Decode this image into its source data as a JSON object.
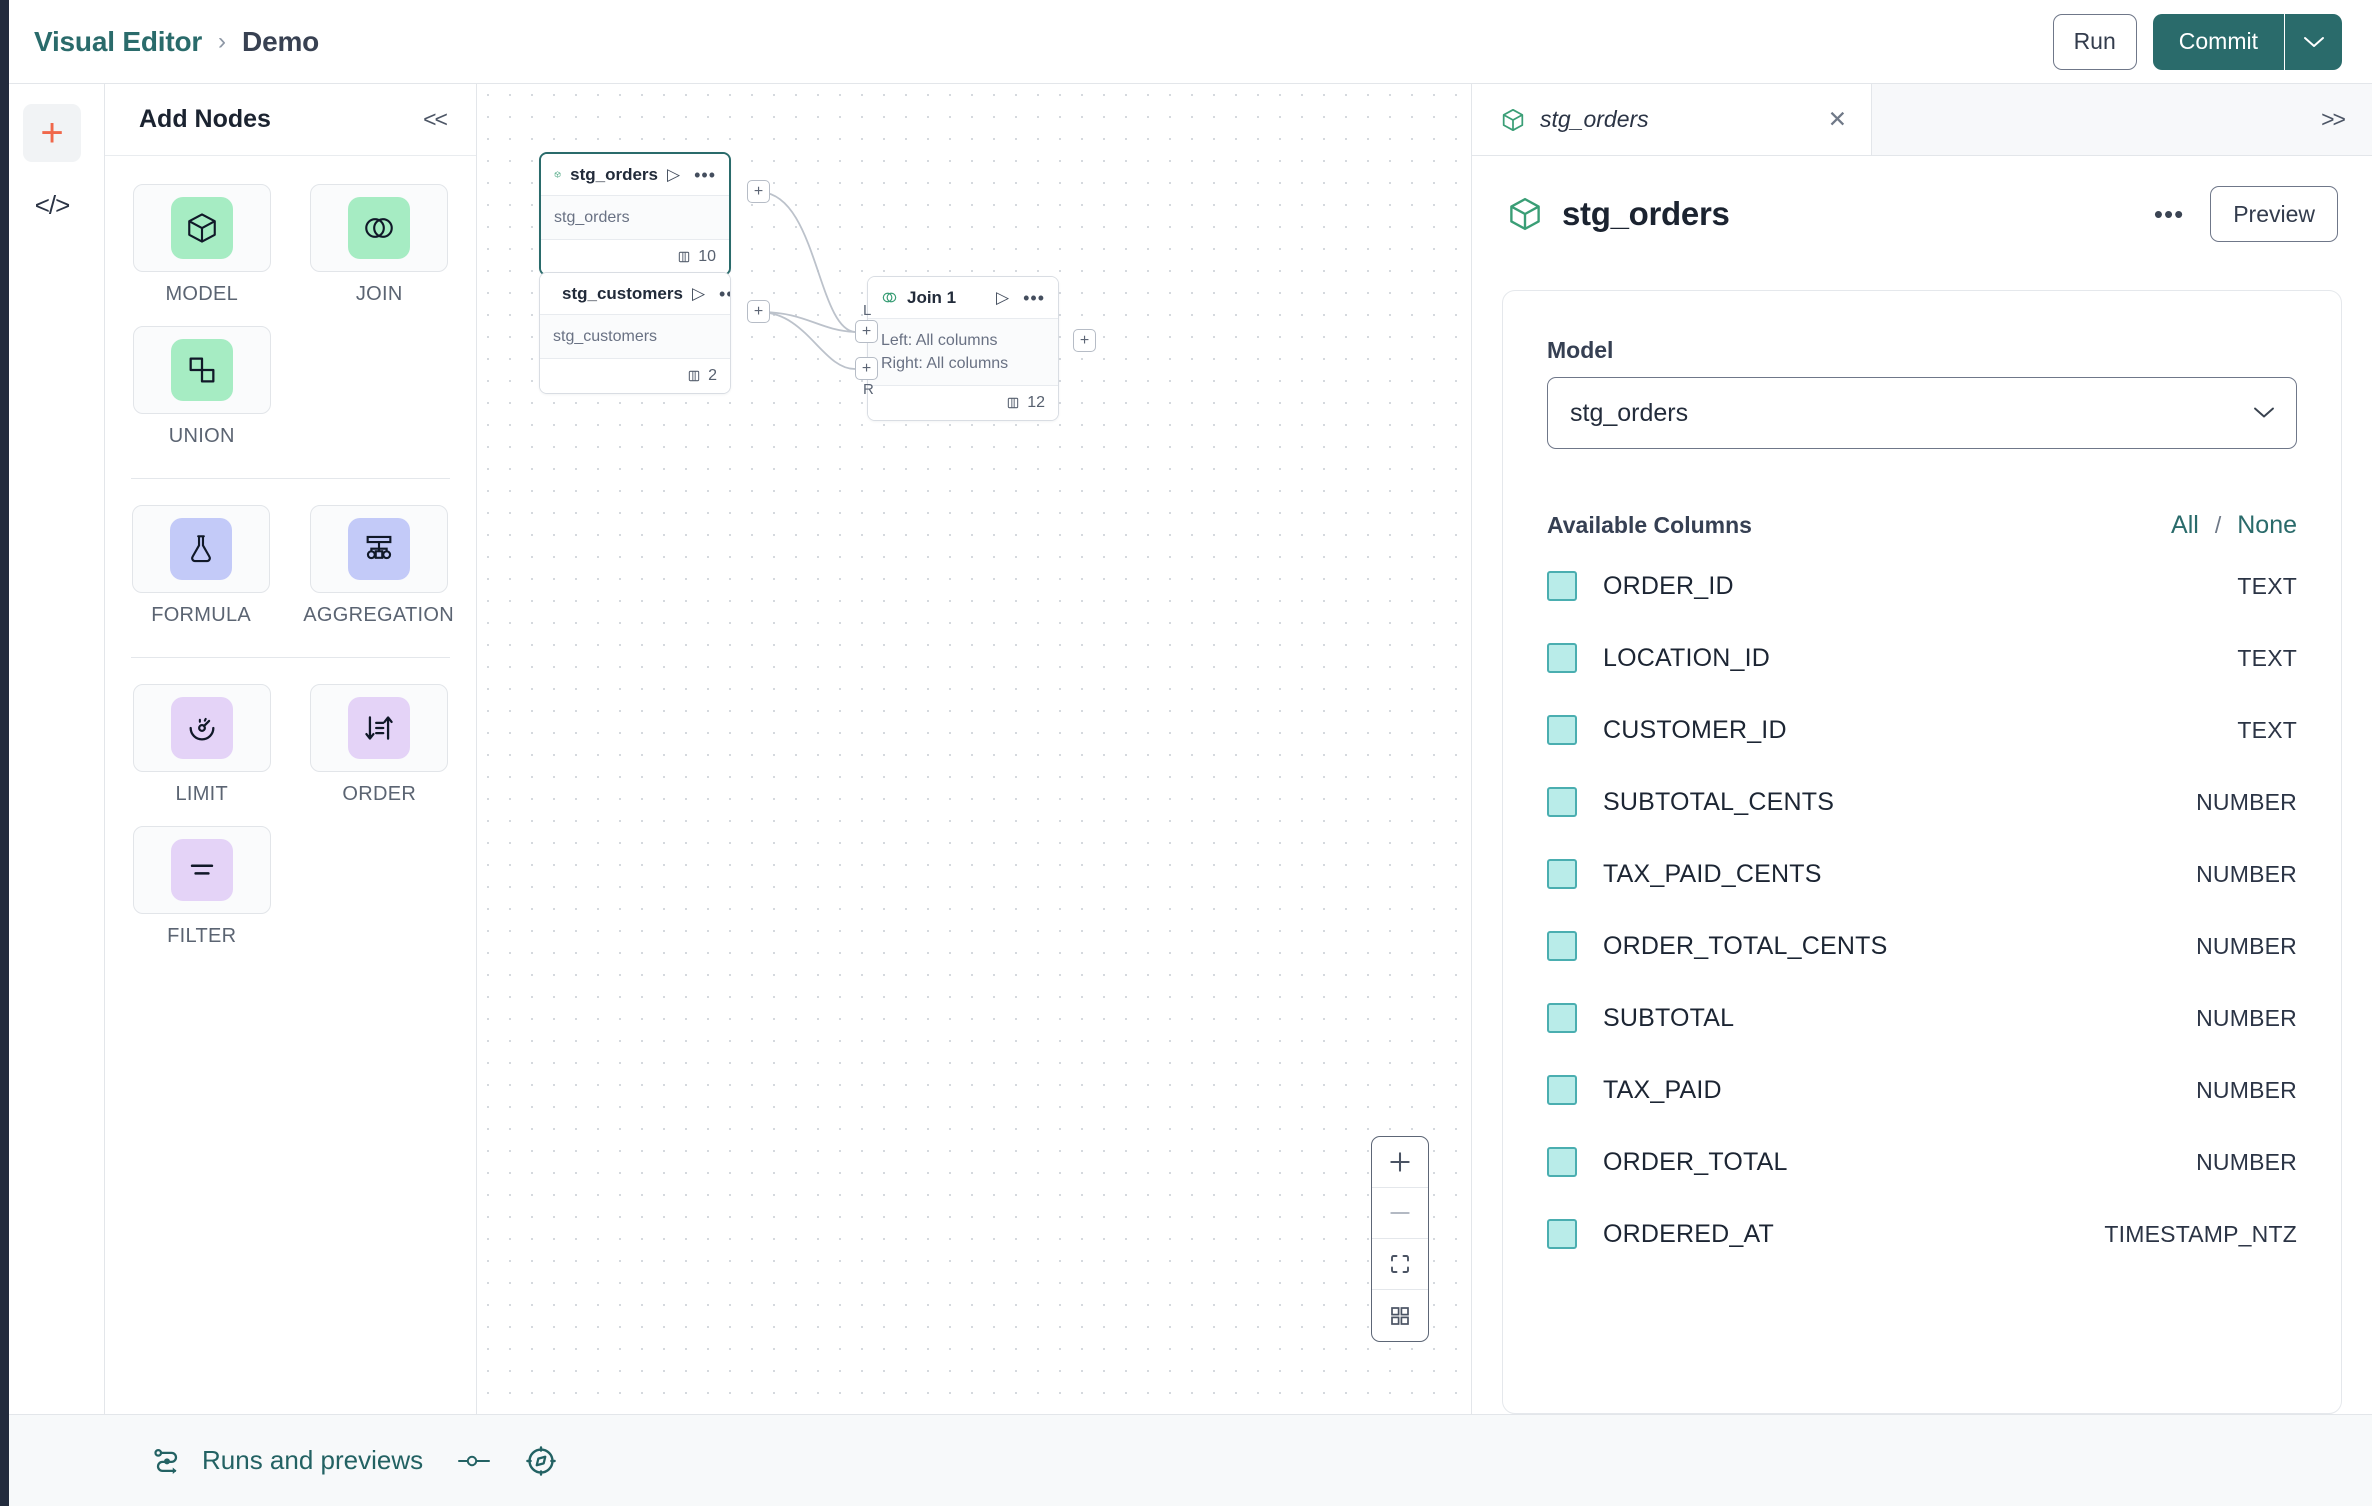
{
  "topbar": {
    "breadcrumb_root": "Visual Editor",
    "breadcrumb_sep": "›",
    "breadcrumb_leaf": "Demo",
    "run_label": "Run",
    "commit_label": "Commit",
    "commit_caret_icon": "chevron-down-icon"
  },
  "rail": {
    "add_icon": "plus-icon",
    "code_icon": "code-brackets-icon"
  },
  "nodes_panel": {
    "title": "Add Nodes",
    "collapse_icon": "<<",
    "groups": [
      {
        "items": [
          {
            "label": "MODEL",
            "icon": "cube-icon",
            "swatch": "sw-green"
          },
          {
            "label": "JOIN",
            "icon": "venn-icon",
            "swatch": "sw-green"
          },
          {
            "label": "UNION",
            "icon": "union-shapes-icon",
            "swatch": "sw-green"
          }
        ]
      },
      {
        "items": [
          {
            "label": "FORMULA",
            "icon": "flask-icon",
            "swatch": "sw-blue"
          },
          {
            "label": "AGGREGATION",
            "icon": "aggregation-tree-icon",
            "swatch": "sw-blue"
          }
        ]
      },
      {
        "items": [
          {
            "label": "LIMIT",
            "icon": "limit-gauge-icon",
            "swatch": "sw-purple"
          },
          {
            "label": "ORDER",
            "icon": "sort-order-icon",
            "swatch": "sw-purple"
          },
          {
            "label": "FILTER",
            "icon": "filter-icon",
            "swatch": "sw-purple"
          }
        ]
      }
    ]
  },
  "canvas": {
    "nodes": [
      {
        "id": "stg_orders",
        "title": "stg_orders",
        "icon": "cube-icon",
        "body_lines": [
          "stg_orders"
        ],
        "column_count": "10",
        "selected": true
      },
      {
        "id": "stg_customers",
        "title": "stg_customers",
        "icon": "cube-icon",
        "body_lines": [
          "stg_customers"
        ],
        "column_count": "2",
        "selected": false
      },
      {
        "id": "join_1",
        "title": "Join 1",
        "icon": "venn-icon",
        "body_lines": [
          "Left: All columns",
          "Right: All columns"
        ],
        "column_count": "12",
        "selected": false
      }
    ],
    "port_labels": {
      "left": "L",
      "right": "R"
    },
    "port_glyph": "+",
    "zoom_controls": [
      {
        "name": "zoom-in-button",
        "icon": "plus-icon"
      },
      {
        "name": "zoom-out-button",
        "icon": "minus-icon"
      },
      {
        "name": "fit-view-button",
        "icon": "fit-screen-icon"
      },
      {
        "name": "grid-layout-button",
        "icon": "grid-icon"
      }
    ]
  },
  "right_panel": {
    "tab": {
      "label": "stg_orders",
      "icon": "cube-icon",
      "close_icon": "close-icon"
    },
    "expand_icon": ">>",
    "title": "stg_orders",
    "title_icon": "cube-icon",
    "more_icon": "ellipsis-icon",
    "preview_label": "Preview",
    "model_label": "Model",
    "model_value": "stg_orders",
    "model_caret_icon": "chevron-down-icon",
    "columns_label": "Available Columns",
    "select_all_label": "All",
    "select_separator": "/",
    "select_none_label": "None",
    "columns": [
      {
        "name": "ORDER_ID",
        "type": "TEXT",
        "checked": true
      },
      {
        "name": "LOCATION_ID",
        "type": "TEXT",
        "checked": true
      },
      {
        "name": "CUSTOMER_ID",
        "type": "TEXT",
        "checked": true
      },
      {
        "name": "SUBTOTAL_CENTS",
        "type": "NUMBER",
        "checked": true
      },
      {
        "name": "TAX_PAID_CENTS",
        "type": "NUMBER",
        "checked": true
      },
      {
        "name": "ORDER_TOTAL_CENTS",
        "type": "NUMBER",
        "checked": true
      },
      {
        "name": "SUBTOTAL",
        "type": "NUMBER",
        "checked": true
      },
      {
        "name": "TAX_PAID",
        "type": "NUMBER",
        "checked": true
      },
      {
        "name": "ORDER_TOTAL",
        "type": "NUMBER",
        "checked": true
      },
      {
        "name": "ORDERED_AT",
        "type": "TIMESTAMP_NTZ",
        "checked": true
      }
    ]
  },
  "bottombar": {
    "runs_label": "Runs and previews",
    "runs_icon": "runs-flow-icon",
    "toggle_icon": "toggle-switch-icon",
    "compass_icon": "compass-icon"
  },
  "colors": {
    "accent_teal": "#2a6b6b",
    "accent_orange": "#f0674a",
    "node_green": "#a6ecc3",
    "node_blue": "#c3caf8",
    "node_purple": "#e4d3f7",
    "checkbox_fill": "#b9ece9",
    "checkbox_border": "#4aaeb0"
  }
}
